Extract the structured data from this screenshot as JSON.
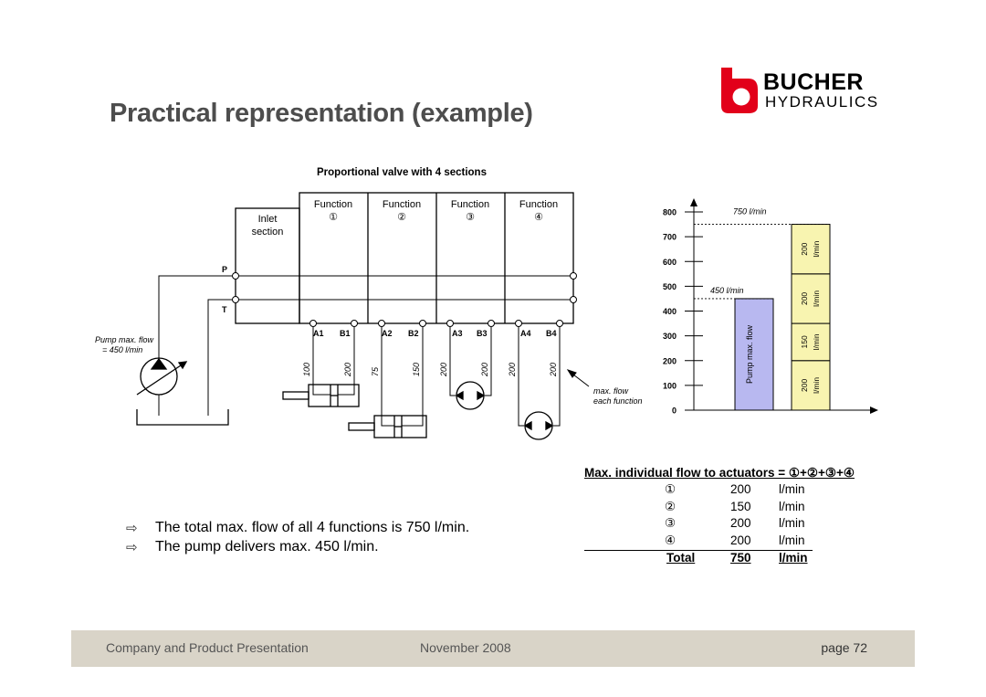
{
  "slide": {
    "title": "Practical representation (example)"
  },
  "logo": {
    "brand": "BUCHER",
    "sub": "HYDRAULICS",
    "color": "#e2001a"
  },
  "valve": {
    "title": "Proportional valve with 4 sections",
    "inlet": [
      "Inlet",
      "section"
    ],
    "functions": [
      {
        "label": "Function",
        "num": "①"
      },
      {
        "label": "Function",
        "num": "②"
      },
      {
        "label": "Function",
        "num": "③"
      },
      {
        "label": "Function",
        "num": "④"
      }
    ],
    "line_p": "P",
    "line_t": "T",
    "ports": [
      "A1",
      "B1",
      "A2",
      "B2",
      "A3",
      "B3",
      "A4",
      "B4"
    ],
    "port_flows": [
      "100",
      "200",
      "75",
      "150",
      "200",
      "200",
      "200",
      "200"
    ],
    "pump_label": [
      "Pump max. flow",
      "= 450 l/min"
    ],
    "max_flow_note": [
      "max. flow",
      "each function"
    ]
  },
  "chart_data": {
    "type": "bar",
    "y_ticks": [
      0,
      100,
      200,
      300,
      400,
      500,
      600,
      700,
      800
    ],
    "ylim": [
      0,
      800
    ],
    "pump_bar": {
      "label": "Pump max. flow",
      "value": 450,
      "color": "#b8b8f0"
    },
    "stack": [
      {
        "label": "200 l/min",
        "value": 200
      },
      {
        "label": "150 l/min",
        "value": 150
      },
      {
        "label": "200 l/min",
        "value": 200
      },
      {
        "label": "200 l/min",
        "value": 200
      }
    ],
    "stack_color": "#f8f4b0",
    "annotations": [
      {
        "text": "750 l/min",
        "value": 750
      },
      {
        "text": "450 l/min",
        "value": 450
      }
    ]
  },
  "flow_table": {
    "header": "Max. individual flow to actuators = ①+②+③+④",
    "rows": [
      {
        "num": "①",
        "value": "200",
        "unit": "l/min"
      },
      {
        "num": "②",
        "value": "150",
        "unit": "l/min"
      },
      {
        "num": "③",
        "value": "200",
        "unit": "l/min"
      },
      {
        "num": "④",
        "value": "200",
        "unit": "l/min"
      }
    ],
    "total": {
      "label": "Total",
      "value": "750",
      "unit": "l/min"
    }
  },
  "bullets": [
    "The total max. flow of all 4 functions is 750 l/min.",
    "The pump delivers max. 450 l/min."
  ],
  "footer": {
    "left": "Company and Product Presentation",
    "center": "November 2008",
    "right": "page 72"
  }
}
